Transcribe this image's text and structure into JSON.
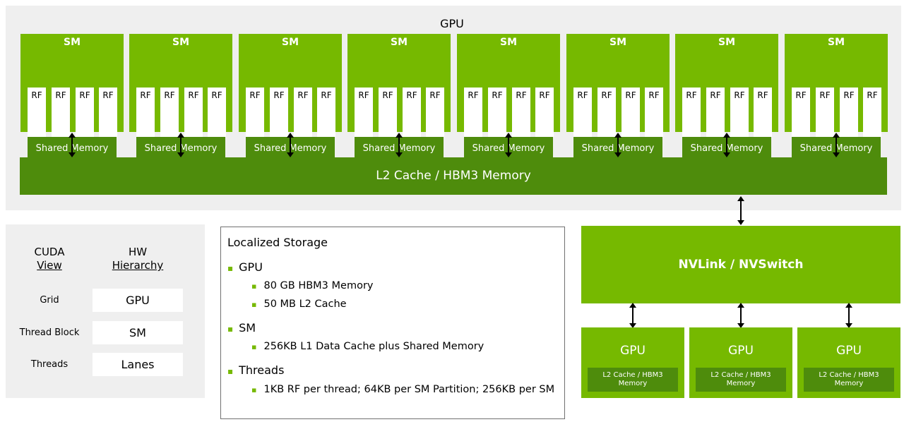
{
  "gpu_title": "GPU",
  "sm": {
    "title": "SM",
    "rf_label": "RF",
    "shared_memory": "Shared Memory"
  },
  "l2_cache": "L2 Cache / HBM3 Memory",
  "hierarchy": {
    "cuda_header_1": "CUDA",
    "cuda_header_2": "View",
    "hw_header_1": "HW",
    "hw_header_2": "Hierarchy",
    "rows": [
      {
        "cuda": "Grid",
        "hw": "GPU"
      },
      {
        "cuda": "Thread Block",
        "hw": "SM"
      },
      {
        "cuda": "Threads",
        "hw": "Lanes"
      }
    ]
  },
  "storage": {
    "title": "Localized Storage",
    "sections": [
      {
        "label": "GPU",
        "items": [
          "80 GB HBM3 Memory",
          "50 MB L2 Cache"
        ]
      },
      {
        "label": "SM",
        "items": [
          "256KB L1 Data Cache plus Shared Memory"
        ]
      },
      {
        "label": "Threads",
        "items": [
          "1KB RF per thread; 64KB per SM Partition; 256KB per SM"
        ]
      }
    ]
  },
  "nvlink": "NVLink / NVSwitch",
  "remote_gpus": {
    "title": "GPU",
    "memory_line1": "L2 Cache / HBM3",
    "memory_line2": "Memory"
  },
  "colors": {
    "nvidia_green": "#76b900",
    "dark_green": "#4e8c0c",
    "panel_gray": "#efefef"
  }
}
